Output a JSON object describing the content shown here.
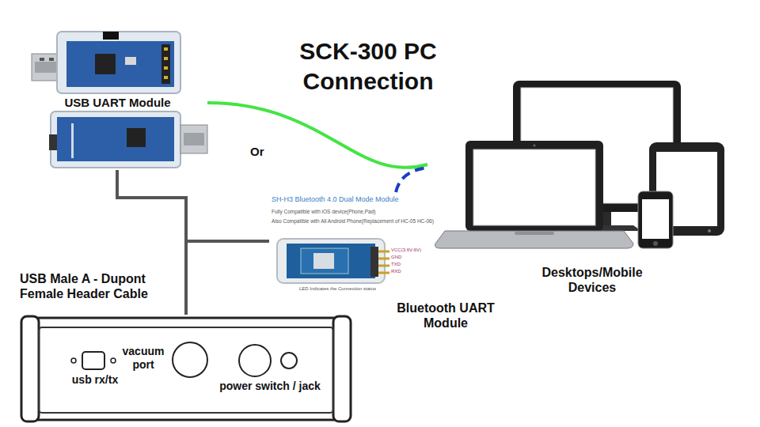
{
  "diagram": {
    "title": "SCK-300 PC Connection",
    "nodes": [
      {
        "text": [
          "USB UART Module"
        ]
      },
      {
        "text": [
          "SH-H3 Bluetooth 4.0 Dual Mode Module",
          "Fully Compatible with iOS device(Phone,Pad)",
          "Also Compatible with All Android Phone(Replacement of HC-05 HC-06)",
          "Bluetooth UART Module"
        ]
      },
      {
        "text": [
          "Desktops/Mobile Devices"
        ]
      },
      {
        "text": [
          "usb rx/tx",
          "vacuum port",
          "power switch / jack"
        ]
      }
    ],
    "edges": [
      {
        "from": 0,
        "to": 2,
        "arrow": "none"
      },
      {
        "from": 1,
        "to": 2,
        "arrow": "none"
      },
      {
        "from": 0,
        "to": 3,
        "arrow": "none"
      },
      {
        "from": 3,
        "to": 1,
        "arrow": "none"
      }
    ],
    "labels": [
      "Or",
      "USB Male A - Dupont Female Header Cable",
      "VCC(3.6V-6V)",
      "GND",
      "TXD",
      "RXD",
      "LED Indicates the Connection status"
    ]
  }
}
